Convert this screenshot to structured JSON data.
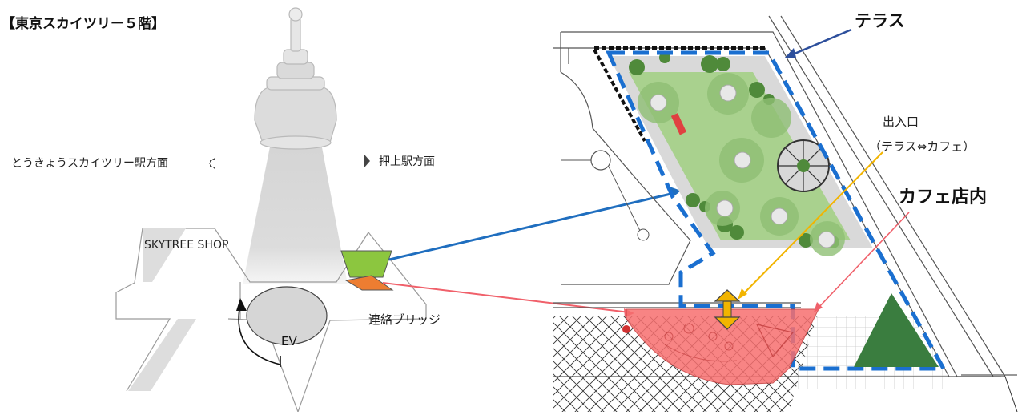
{
  "title": "【東京スカイツリー５階】",
  "labels": {
    "direction_left": "とうきょうスカイツリー駅方面",
    "direction_right": "押上駅方面",
    "shop": "SKYTREE SHOP",
    "elevator": "EV",
    "bridge": "連絡ブリッジ",
    "terrace": "テラス",
    "entrance": "出入口",
    "entrance_detail": "（テラス⇔カフェ）",
    "cafe": "カフェ店内"
  },
  "colors": {
    "terrace_marker": "#8cc63f",
    "cafe_marker": "#ed7d31",
    "terrace_arrow": "#1f6ebf",
    "cafe_arrow": "#f0606a",
    "entrance_arrow": "#f2b400",
    "terrace_outline": "#1a6fd0",
    "cafe_area": "#f76f6f",
    "lawn": "#a9d18e",
    "triangle_planter": "#3a7d3f"
  }
}
